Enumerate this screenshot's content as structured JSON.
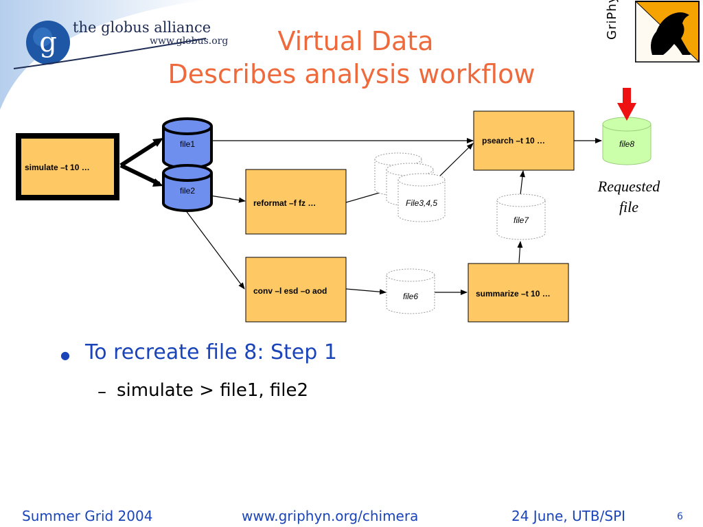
{
  "title": {
    "line1": "Virtual Data",
    "line2": "Describes analysis workflow"
  },
  "logos": {
    "globus_name": "the globus alliance",
    "globus_url": "www.globus.org",
    "griphyn_name": "GriPhyN"
  },
  "workflow": {
    "transformations": {
      "simulate": "simulate  –t 10 …",
      "reformat": "reformat  –f fz …",
      "conv": "conv  –l esd –o aod",
      "psearch": "psearch  –t 10 …",
      "summarize": "summarize  –t 10 …"
    },
    "files": {
      "file1": "file1",
      "file2": "file2",
      "file345": "File3,4,5",
      "file6": "file6",
      "file7": "file7",
      "file8": "file8"
    },
    "requested_label": "Requested file",
    "colors": {
      "transformation_fill": "#fec864",
      "input_file_fill": "#6f8fef",
      "output_file_fill": "#ccffaa",
      "requested_arrow": "#ee1111"
    }
  },
  "bullets": [
    {
      "text": "To recreate file 8: Step 1",
      "sub": [
        "simulate > file1, file2"
      ]
    }
  ],
  "footer": {
    "left": "Summer Grid 2004",
    "center": "www.griphyn.org/chimera",
    "right": "24 June, UTB/SPI",
    "page": "6"
  },
  "colors": {
    "title": "#ee6a3c",
    "body_text": "#1a44b8"
  }
}
